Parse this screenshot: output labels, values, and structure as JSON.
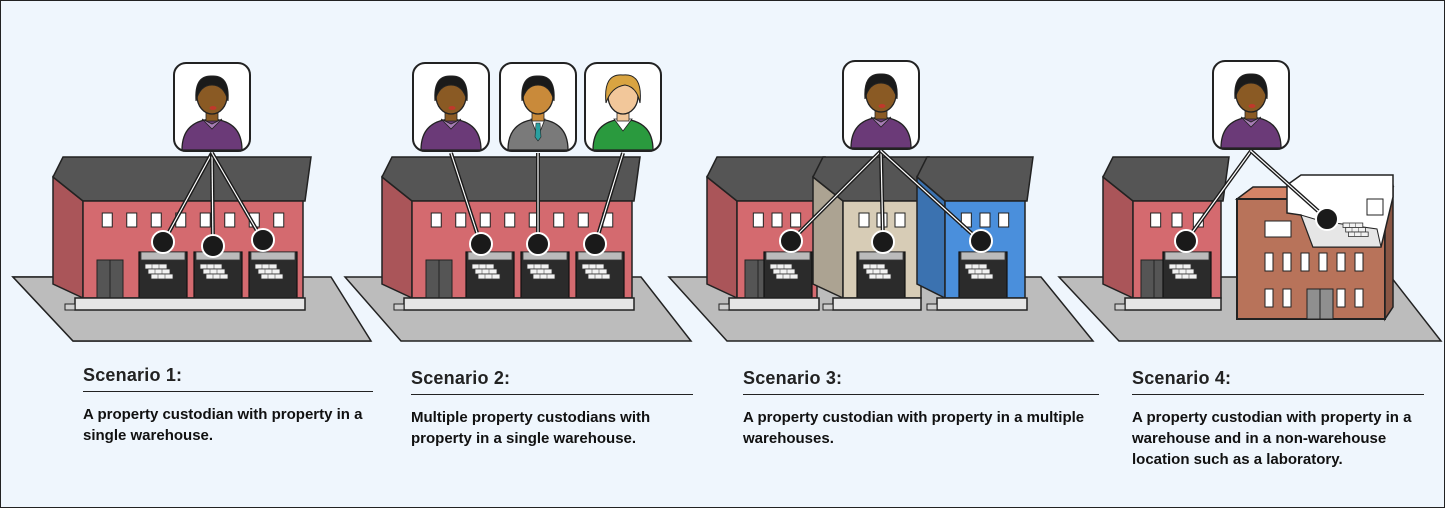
{
  "scenarios": [
    {
      "title": "Scenario 1:",
      "description": "A property custodian with property in a single warehouse."
    },
    {
      "title": "Scenario 2:",
      "description": "Multiple property custodians with property in a single warehouse."
    },
    {
      "title": "Scenario 3:",
      "description": "A property custodian with property in a multiple warehouses."
    },
    {
      "title": "Scenario 4:",
      "description": "A property custodian with property in a warehouse and in a non-warehouse location such as a laboratory."
    }
  ],
  "colors": {
    "background": "#eff6fd",
    "ground": "#bcbcbc",
    "roof": "#555555",
    "warehouse_red": "#d46a6f",
    "warehouse_tan": "#d7ccb6",
    "warehouse_blue": "#4a8fdc",
    "laboratory_brick": "#b8735a",
    "connector": "#1a1a1a",
    "shirt_purple": "#6b3a78",
    "suit_gray": "#7a7a7a",
    "sweater_green": "#2a9a3e"
  }
}
